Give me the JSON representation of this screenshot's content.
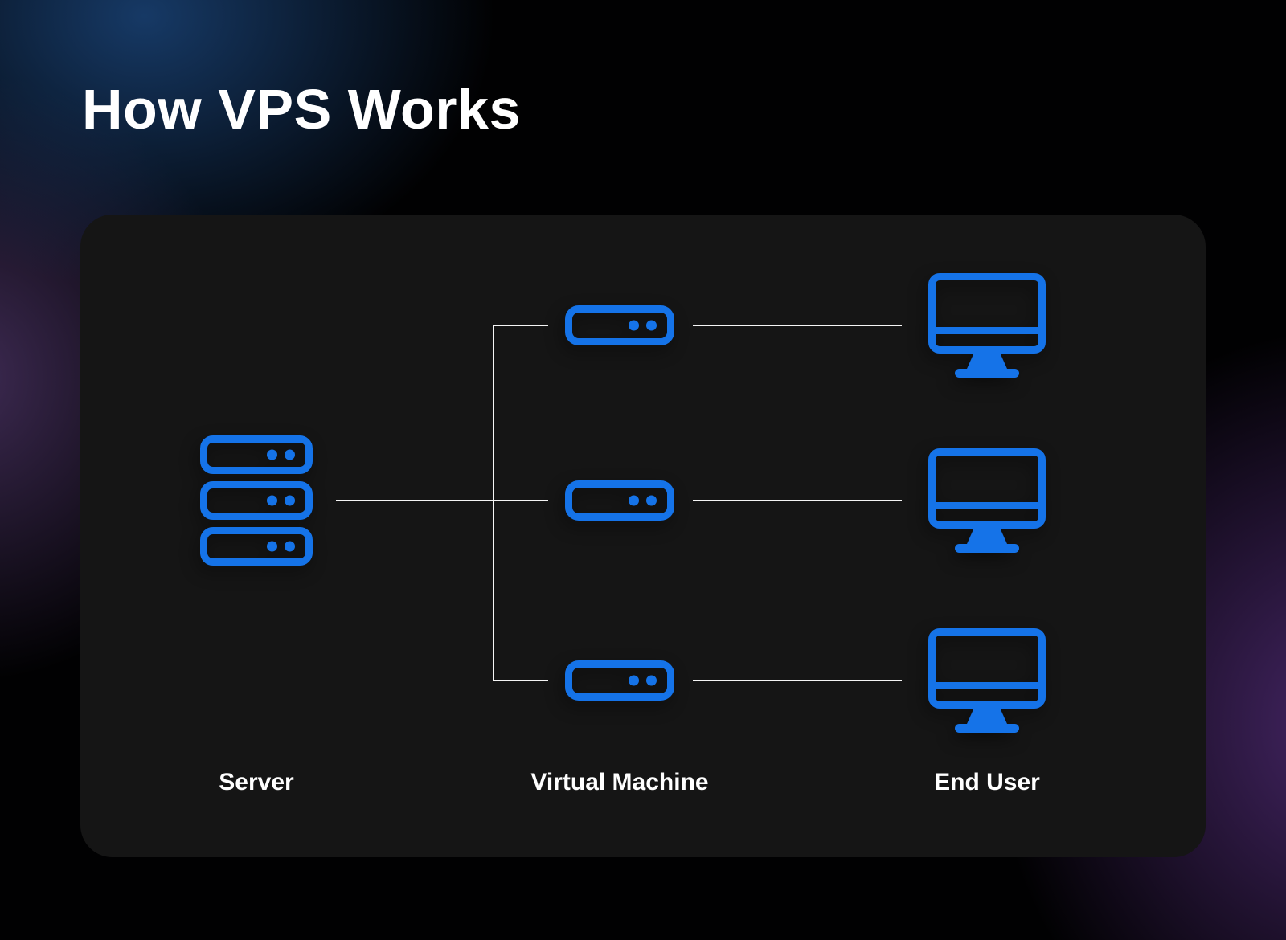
{
  "title": "How VPS Works",
  "colors": {
    "accent_blue": "#1573e8",
    "panel_background": "#151515",
    "connector_line": "#f5f5f5",
    "text": "#ffffff",
    "glow_blue": "#183e6e",
    "glow_purple_left": "#46305e",
    "glow_purple_right": "#4a286c"
  },
  "diagram": {
    "columns": [
      {
        "id": "server",
        "label": "Server",
        "icon": "server-stack-icon",
        "count": 1
      },
      {
        "id": "virtual_machine",
        "label": "Virtual Machine",
        "icon": "vm-icon",
        "count": 3
      },
      {
        "id": "end_user",
        "label": "End User",
        "icon": "monitor-icon",
        "count": 3
      }
    ],
    "connections": [
      {
        "from": "server",
        "to": "vm-1"
      },
      {
        "from": "server",
        "to": "vm-2"
      },
      {
        "from": "server",
        "to": "vm-3"
      },
      {
        "from": "vm-1",
        "to": "end-user-1"
      },
      {
        "from": "vm-2",
        "to": "end-user-2"
      },
      {
        "from": "vm-3",
        "to": "end-user-3"
      }
    ]
  }
}
